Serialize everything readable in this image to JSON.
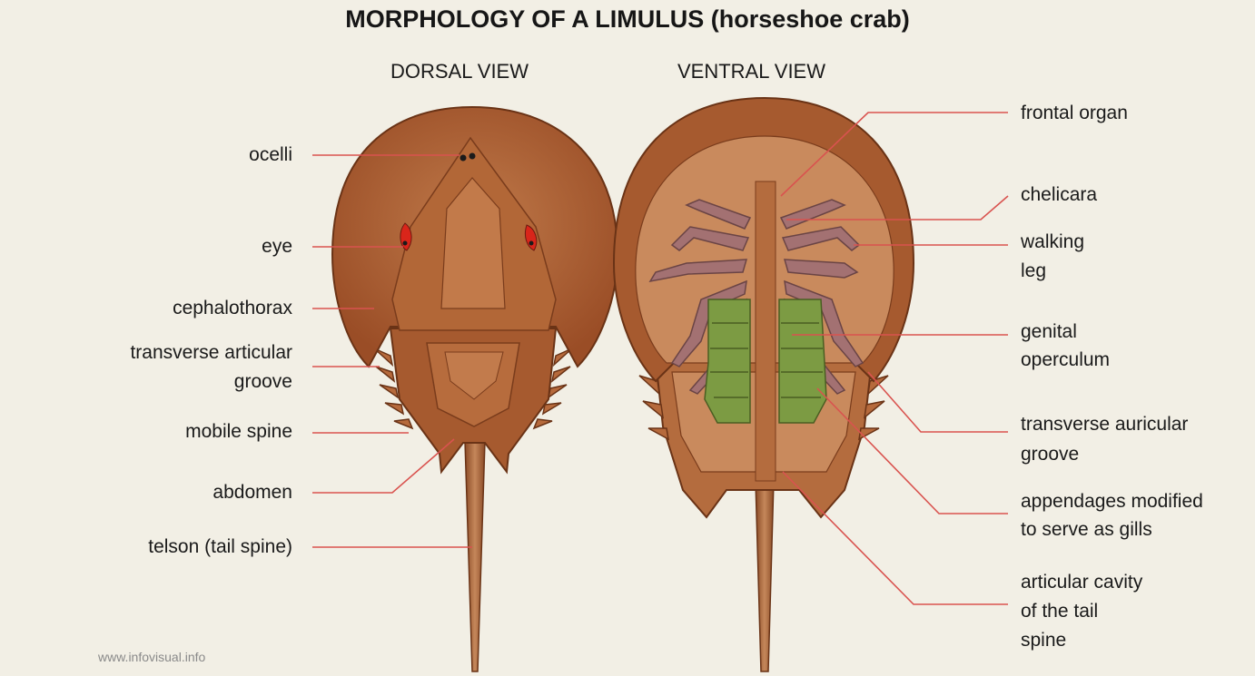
{
  "title": "MORPHOLOGY OF A LIMULUS (horseshoe crab)",
  "views": {
    "dorsal": "DORSAL VIEW",
    "ventral": "VENTRAL VIEW"
  },
  "labels_left": {
    "ocelli": "ocelli",
    "eye": "eye",
    "cephalothorax": "cephalothorax",
    "transverse_articular_groove_1": "transverse articular",
    "transverse_articular_groove_2": "groove",
    "mobile_spine": "mobile spine",
    "abdomen": "abdomen",
    "telson": "telson (tail spine)"
  },
  "labels_right": {
    "frontal_organ": "frontal organ",
    "chelicara": "chelicara",
    "walking_leg_1": "walking",
    "walking_leg_2": "leg",
    "genital_operculum_1": "genital",
    "genital_operculum_2": "operculum",
    "transverse_auricular_groove_1": "transverse auricular",
    "transverse_auricular_groove_2": "groove",
    "gill_appendages_1": "appendages modified",
    "gill_appendages_2": "to serve as gills",
    "articular_cavity_1": "articular cavity",
    "articular_cavity_2": "of the tail",
    "articular_cavity_3": "spine"
  },
  "watermark": "www.infovisual.info",
  "colors": {
    "shell": "#a5562c",
    "shell_dark": "#7a3c1c",
    "shell_light": "#c7865a",
    "leader_line": "#d9534f",
    "eye": "#d9251a",
    "gill": "#7c9b43",
    "leg": "#a37172"
  }
}
